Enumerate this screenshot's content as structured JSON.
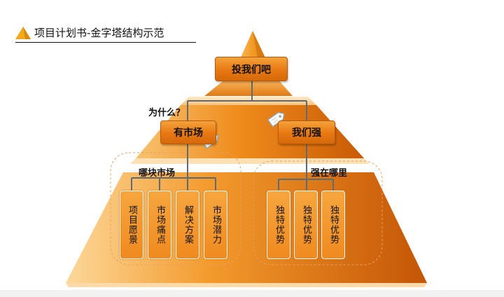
{
  "slide_title": "项目计划书-金字塔结构示范",
  "top_box": "投我们吧",
  "why_label": "为什么？",
  "left_box": "有市场",
  "right_box": "我们强",
  "left_group_label": "哪块市场",
  "right_group_label": "强在哪里",
  "left_items": [
    "项目愿景",
    "市场痛点",
    "解决方案",
    "市场潜力"
  ],
  "right_items": [
    "独特优势",
    "独特优势",
    "独特优势"
  ],
  "icons": [
    "tag-icon",
    "tag-icon"
  ],
  "colors": {
    "accent": "#e87812",
    "pyramid_light": "#fbc46a",
    "pyramid_dark": "#c85a05",
    "connector": "#5f6a72"
  }
}
